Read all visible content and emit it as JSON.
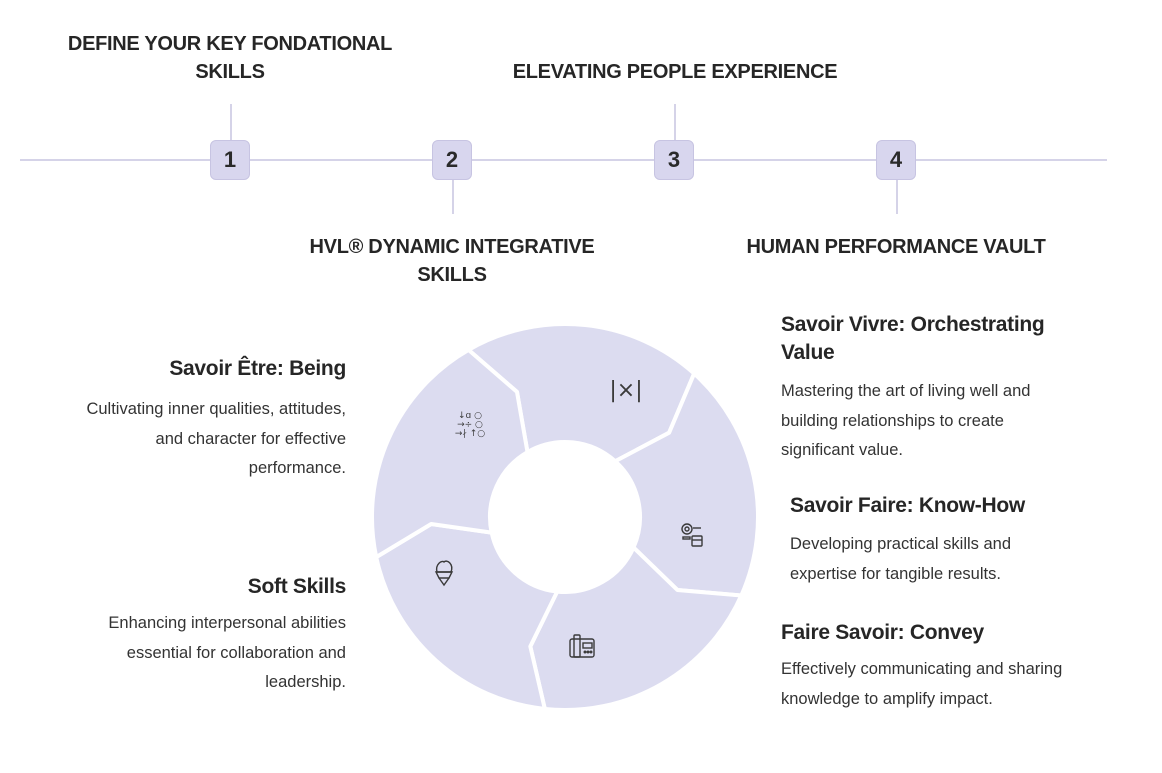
{
  "timeline": {
    "steps": [
      {
        "number": "1",
        "title_line1": "DEFINE YOUR KEY FONDATIONAL",
        "title_line2": "SKILLS"
      },
      {
        "number": "2",
        "title_line1": "HVL® DYNAMIC INTEGRATIVE",
        "title_line2": "SKILLS"
      },
      {
        "number": "3",
        "title_line1": "ELEVATING PEOPLE EXPERIENCE",
        "title_line2": ""
      },
      {
        "number": "4",
        "title_line1": "HUMAN PERFORMANCE VAULT",
        "title_line2": ""
      }
    ]
  },
  "cycle": {
    "segment_color": "#dcdcf0",
    "stroke_color": "#ffffff",
    "icon_color": "#3a3a3a",
    "segments": [
      {
        "icon": "values-exchange-icon"
      },
      {
        "icon": "fraction-icon"
      },
      {
        "icon": "tools-icon"
      },
      {
        "icon": "fax-machine-icon"
      },
      {
        "icon": "ice-cream-icon"
      }
    ]
  },
  "left": {
    "savoir_etre": {
      "title": "Savoir Être: Being",
      "desc_line1": "Cultivating inner qualities, attitudes,",
      "desc_line2": "and character for effective",
      "desc_line3": "performance."
    },
    "soft_skills": {
      "title": "Soft Skills",
      "desc_line1": "Enhancing interpersonal abilities",
      "desc_line2": "essential for collaboration and",
      "desc_line3": "leadership."
    }
  },
  "right": {
    "savoir_vivre": {
      "title_line1": "Savoir Vivre: Orchestrating",
      "title_line2": "Value",
      "desc_line1": "Mastering the art of living well and",
      "desc_line2": "building relationships to create",
      "desc_line3": "significant value."
    },
    "savoir_faire": {
      "title": "Savoir Faire: Know-How",
      "desc_line1": "Developing practical skills and",
      "desc_line2": "expertise for tangible results."
    },
    "faire_savoir": {
      "title": "Faire Savoir: Convey",
      "desc_line1": "Effectively communicating and sharing",
      "desc_line2": "knowledge to amplify impact."
    }
  }
}
